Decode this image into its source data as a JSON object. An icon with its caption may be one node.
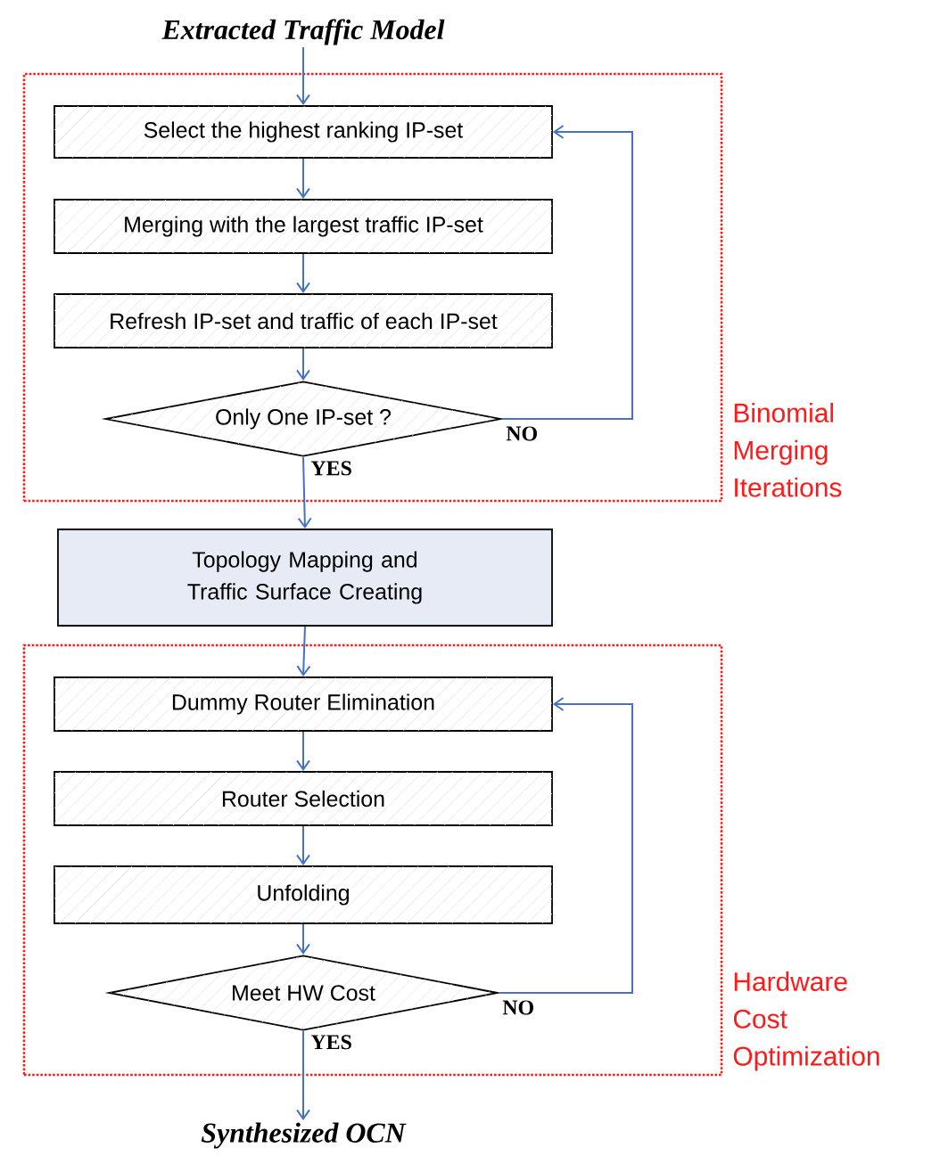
{
  "diagram": {
    "nodes": [
      {
        "text": [
          "Extracted Traffic Model"
        ]
      },
      {
        "text": [
          "Binomial Merging Iterations"
        ]
      },
      {
        "text": [
          "Select the highest ranking IP-set"
        ],
        "in": 1
      },
      {
        "text": [
          "Merging with the largest traffic IP-set"
        ],
        "in": 1
      },
      {
        "text": [
          "Refresh IP-set and traffic of each IP-set"
        ],
        "in": 1
      },
      {
        "text": [
          "Only One IP-set ?"
        ],
        "in": 1
      },
      {
        "text": [
          "Topology Mapping and Traffic Surface Creating"
        ]
      },
      {
        "text": [
          "Hardware Cost Optimization"
        ]
      },
      {
        "text": [
          "Dummy Router Elimination"
        ],
        "in": 7
      },
      {
        "text": [
          "Router Selection"
        ],
        "in": 7
      },
      {
        "text": [
          "Unfolding"
        ],
        "in": 7
      },
      {
        "text": [
          "Meet HW Cost"
        ],
        "in": 7
      },
      {
        "text": [
          "Synthesized OCN"
        ]
      }
    ],
    "edges": [
      {
        "from": 0,
        "to": 2,
        "arrow": "to"
      },
      {
        "from": 2,
        "to": 3,
        "arrow": "to"
      },
      {
        "from": 3,
        "to": 4,
        "arrow": "to"
      },
      {
        "from": 4,
        "to": 5,
        "arrow": "to"
      },
      {
        "from": 5,
        "to": 2,
        "arrow": "to",
        "label": "NO"
      },
      {
        "from": 5,
        "to": 6,
        "arrow": "to",
        "label": "YES"
      },
      {
        "from": 6,
        "to": 8,
        "arrow": "to"
      },
      {
        "from": 8,
        "to": 9,
        "arrow": "to"
      },
      {
        "from": 9,
        "to": 10,
        "arrow": "to"
      },
      {
        "from": 10,
        "to": 11,
        "arrow": "to"
      },
      {
        "from": 11,
        "to": 8,
        "arrow": "to",
        "label": "NO"
      },
      {
        "from": 11,
        "to": 12,
        "arrow": "to",
        "label": "YES"
      }
    ]
  }
}
